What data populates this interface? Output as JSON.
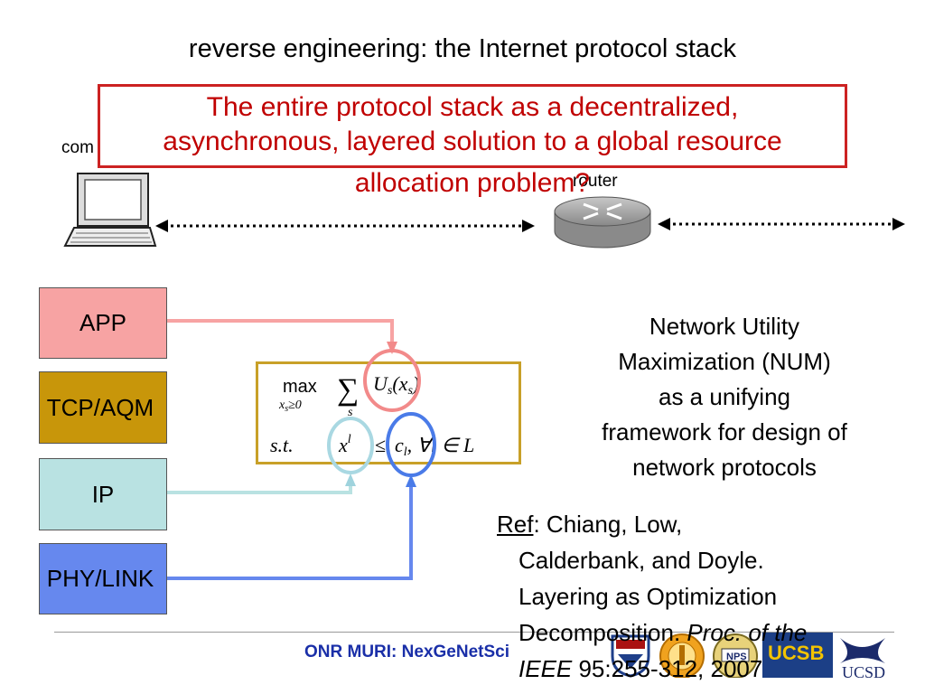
{
  "title": "reverse engineering: the Internet protocol stack",
  "labels": {
    "computer": "com",
    "router": "router"
  },
  "callout": {
    "line1": "The entire protocol stack as a decentralized,",
    "line2": "asynchronous, layered solution to a global resource",
    "line3": "allocation problem?"
  },
  "layers": [
    {
      "label": "APP",
      "color": "#f7a3a3"
    },
    {
      "label": "TCP/AQM",
      "color": "#c8960a"
    },
    {
      "label": "IP",
      "color": "#b9e2e2"
    },
    {
      "label": "PHY/LINK",
      "color": "#6688ee"
    }
  ],
  "num": {
    "line1": "Network Utility",
    "line2": "Maximization (NUM)",
    "line3": "as a unifying",
    "line4": "framework for design of",
    "line5": "network protocols"
  },
  "ref": {
    "label": "Ref",
    "text1": ": Chiang, Low,",
    "line2": "Calderbank, and Doyle.",
    "line3": "Layering as Optimization",
    "line4a": "Decomposition. ",
    "line4b": "Proc. of the",
    "line5a": "IEEE",
    "line5b": " 95:255-312, 2007"
  },
  "footer": {
    "text": "ONR MURI: NexGeNetSci",
    "logos": [
      "upenn",
      "caltech",
      "nps",
      "ucsb",
      "ucsd"
    ]
  }
}
